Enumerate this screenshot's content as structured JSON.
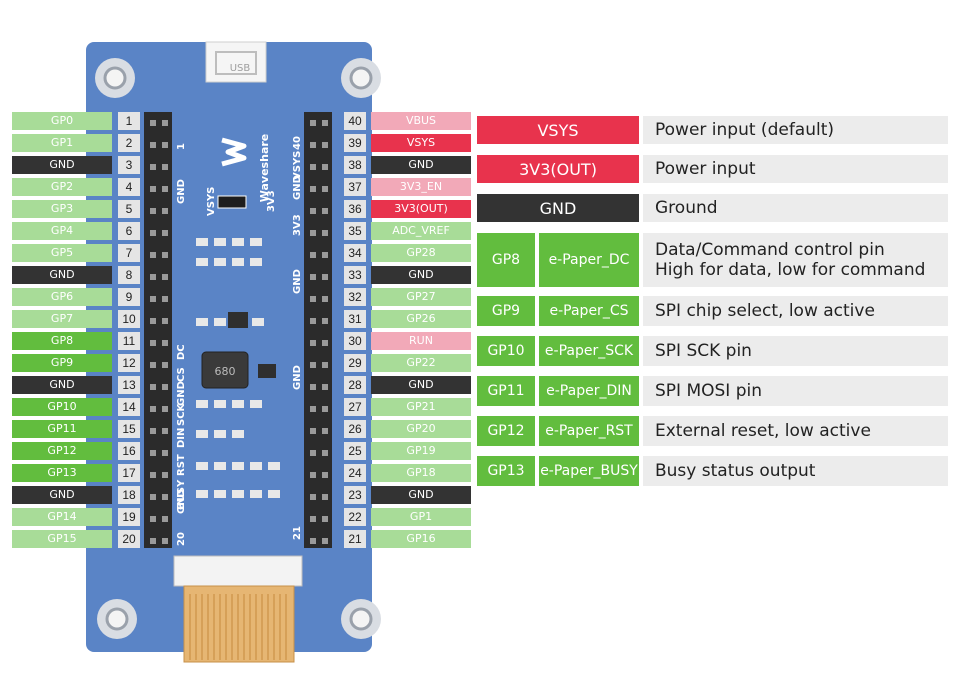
{
  "colors": {
    "gp_light": "#a8dc98",
    "gp_dark": "#62bd3e",
    "gnd": "#333333",
    "pink_light": "#f2a9b8",
    "red": "#e8334d",
    "board_blue": "#5a84c6",
    "text_light": "#ffffff"
  },
  "left_header": [
    {
      "pin": "1",
      "label": "GP0",
      "kind": "gp_light"
    },
    {
      "pin": "2",
      "label": "GP1",
      "kind": "gp_light"
    },
    {
      "pin": "3",
      "label": "GND",
      "kind": "gnd"
    },
    {
      "pin": "4",
      "label": "GP2",
      "kind": "gp_light"
    },
    {
      "pin": "5",
      "label": "GP3",
      "kind": "gp_light"
    },
    {
      "pin": "6",
      "label": "GP4",
      "kind": "gp_light"
    },
    {
      "pin": "7",
      "label": "GP5",
      "kind": "gp_light"
    },
    {
      "pin": "8",
      "label": "GND",
      "kind": "gnd"
    },
    {
      "pin": "9",
      "label": "GP6",
      "kind": "gp_light"
    },
    {
      "pin": "10",
      "label": "GP7",
      "kind": "gp_light"
    },
    {
      "pin": "11",
      "label": "GP8",
      "kind": "gp_dark"
    },
    {
      "pin": "12",
      "label": "GP9",
      "kind": "gp_dark"
    },
    {
      "pin": "13",
      "label": "GND",
      "kind": "gnd"
    },
    {
      "pin": "14",
      "label": "GP10",
      "kind": "gp_dark"
    },
    {
      "pin": "15",
      "label": "GP11",
      "kind": "gp_dark"
    },
    {
      "pin": "16",
      "label": "GP12",
      "kind": "gp_dark"
    },
    {
      "pin": "17",
      "label": "GP13",
      "kind": "gp_dark"
    },
    {
      "pin": "18",
      "label": "GND",
      "kind": "gnd"
    },
    {
      "pin": "19",
      "label": "GP14",
      "kind": "gp_light"
    },
    {
      "pin": "20",
      "label": "GP15",
      "kind": "gp_light"
    }
  ],
  "right_header": [
    {
      "pin": "40",
      "label": "VBUS",
      "kind": "pink_light"
    },
    {
      "pin": "39",
      "label": "VSYS",
      "kind": "red"
    },
    {
      "pin": "38",
      "label": "GND",
      "kind": "gnd"
    },
    {
      "pin": "37",
      "label": "3V3_EN",
      "kind": "pink_light"
    },
    {
      "pin": "36",
      "label": "3V3(OUT)",
      "kind": "red"
    },
    {
      "pin": "35",
      "label": "ADC_VREF",
      "kind": "gp_light"
    },
    {
      "pin": "34",
      "label": "GP28",
      "kind": "gp_light"
    },
    {
      "pin": "33",
      "label": "GND",
      "kind": "gnd"
    },
    {
      "pin": "32",
      "label": "GP27",
      "kind": "gp_light"
    },
    {
      "pin": "31",
      "label": "GP26",
      "kind": "gp_light"
    },
    {
      "pin": "30",
      "label": "RUN",
      "kind": "pink_light"
    },
    {
      "pin": "29",
      "label": "GP22",
      "kind": "gp_light"
    },
    {
      "pin": "28",
      "label": "GND",
      "kind": "gnd"
    },
    {
      "pin": "27",
      "label": "GP21",
      "kind": "gp_light"
    },
    {
      "pin": "26",
      "label": "GP20",
      "kind": "gp_light"
    },
    {
      "pin": "25",
      "label": "GP19",
      "kind": "gp_light"
    },
    {
      "pin": "24",
      "label": "GP18",
      "kind": "gp_light"
    },
    {
      "pin": "23",
      "label": "GND",
      "kind": "gnd"
    },
    {
      "pin": "22",
      "label": "GP1",
      "kind": "gp_light"
    },
    {
      "pin": "21",
      "label": "GP16",
      "kind": "gp_light"
    }
  ],
  "table": [
    {
      "cells": [
        {
          "text": "VSYS",
          "kind": "red"
        }
      ],
      "desc": [
        "Power input (default)"
      ]
    },
    {
      "cells": [
        {
          "text": "3V3(OUT)",
          "kind": "red"
        }
      ],
      "desc": [
        "Power input"
      ]
    },
    {
      "cells": [
        {
          "text": "GND",
          "kind": "gnd"
        }
      ],
      "desc": [
        "Ground"
      ]
    },
    {
      "cells": [
        {
          "text": "GP8",
          "kind": "gp_dark"
        },
        {
          "text": "e-Paper_DC",
          "kind": "gp_dark"
        }
      ],
      "desc": [
        "Data/Command control pin",
        "High for data, low for command"
      ]
    },
    {
      "cells": [
        {
          "text": "GP9",
          "kind": "gp_dark"
        },
        {
          "text": "e-Paper_CS",
          "kind": "gp_dark"
        }
      ],
      "desc": [
        "SPI chip select, low active"
      ]
    },
    {
      "cells": [
        {
          "text": "GP10",
          "kind": "gp_dark"
        },
        {
          "text": "e-Paper_SCK",
          "kind": "gp_dark"
        }
      ],
      "desc": [
        "SPI SCK pin"
      ]
    },
    {
      "cells": [
        {
          "text": "GP11",
          "kind": "gp_dark"
        },
        {
          "text": "e-Paper_DIN",
          "kind": "gp_dark"
        }
      ],
      "desc": [
        "SPI MOSI pin"
      ]
    },
    {
      "cells": [
        {
          "text": "GP12",
          "kind": "gp_dark"
        },
        {
          "text": "e-Paper_RST",
          "kind": "gp_dark"
        }
      ],
      "desc": [
        "External reset, low active"
      ]
    },
    {
      "cells": [
        {
          "text": "GP13",
          "kind": "gp_dark"
        },
        {
          "text": "e-Paper_BUSY",
          "kind": "gp_dark"
        }
      ],
      "desc": [
        "Busy status output"
      ]
    }
  ],
  "board": {
    "usb_label": "USB",
    "brand": "Waveshare",
    "inductor_label": "680",
    "silk_left": [
      "1",
      "GND",
      "DC",
      "CS",
      "SCK",
      "GND",
      "DIN",
      "RST",
      "BUSY",
      "GND",
      "20"
    ],
    "silk_right": [
      "40",
      "VSYS",
      "GND",
      "3V3",
      "GND",
      "GND",
      "21"
    ],
    "silk_middle": [
      "VSYS",
      "3V3"
    ]
  }
}
